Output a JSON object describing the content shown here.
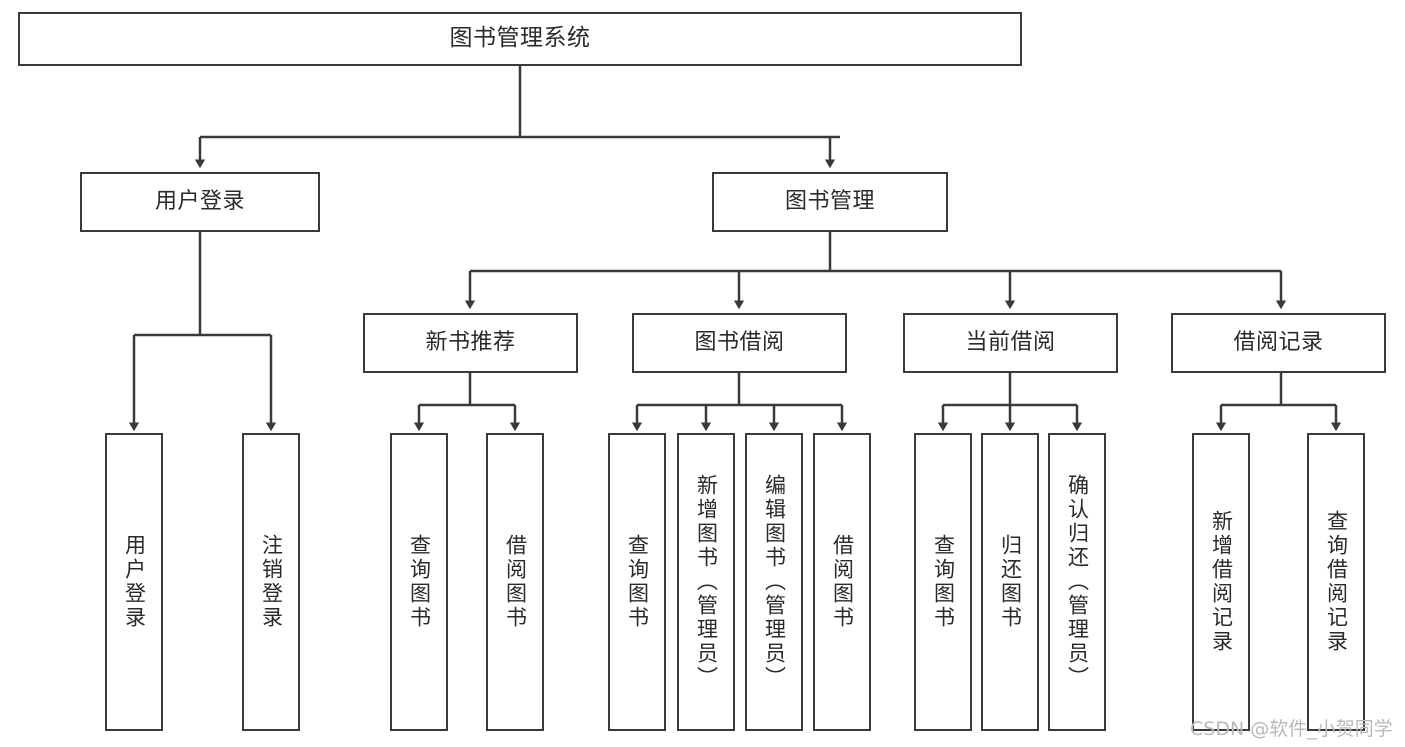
{
  "diagram": {
    "title": "图书管理系统",
    "type": "functional-structure-tree",
    "stroke_color": "#3a3a3a",
    "text_color": "#2a2a2a",
    "background": "#ffffff"
  },
  "nodes": {
    "root": {
      "label": "图书管理系统"
    },
    "level2": [
      {
        "id": "user-login",
        "label": "用户登录"
      },
      {
        "id": "book-management",
        "label": "图书管理"
      }
    ],
    "level3": [
      {
        "id": "new-book-recommend",
        "label": "新书推荐"
      },
      {
        "id": "book-borrow",
        "label": "图书借阅"
      },
      {
        "id": "current-borrow",
        "label": "当前借阅"
      },
      {
        "id": "borrow-record",
        "label": "借阅记录"
      }
    ],
    "leaves": [
      {
        "id": "leaf-user-login",
        "label": "用户登录"
      },
      {
        "id": "leaf-user-logout",
        "label": "注销登录"
      },
      {
        "id": "leaf-query-book-1",
        "label": "查询图书"
      },
      {
        "id": "leaf-borrow-book-1",
        "label": "借阅图书"
      },
      {
        "id": "leaf-query-book-2",
        "label": "查询图书"
      },
      {
        "id": "leaf-add-book",
        "label": "新增图书（管理员）"
      },
      {
        "id": "leaf-edit-book",
        "label": "编辑图书（管理员）"
      },
      {
        "id": "leaf-borrow-book-2",
        "label": "借阅图书"
      },
      {
        "id": "leaf-query-book-3",
        "label": "查询图书"
      },
      {
        "id": "leaf-return-book",
        "label": "归还图书"
      },
      {
        "id": "leaf-confirm-return",
        "label": "确认归还（管理员）"
      },
      {
        "id": "leaf-add-record",
        "label": "新增借阅记录"
      },
      {
        "id": "leaf-query-record",
        "label": "查询借阅记录"
      }
    ]
  },
  "watermark": {
    "text": "CSDN @软件_小贺同学"
  }
}
